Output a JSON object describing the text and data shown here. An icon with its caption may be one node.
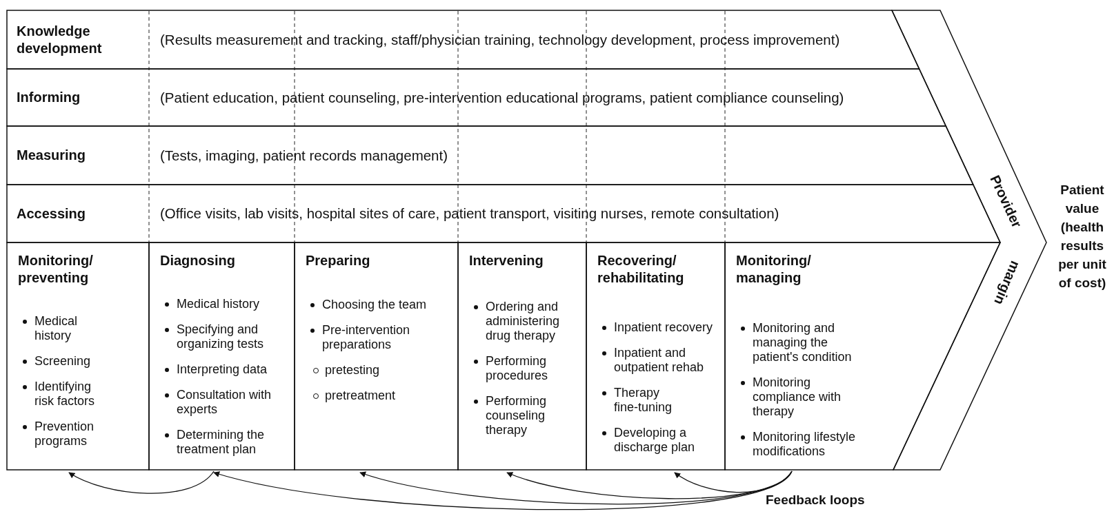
{
  "diagram": {
    "nodes": [
      {
        "text": [
          "Knowledge development",
          "(Results measurement and tracking, staff/physician training, technology development, process improvement)"
        ]
      },
      {
        "text": [
          "Informing",
          "(Patient education, patient counseling, pre-intervention educational programs, patient compliance counseling)"
        ]
      },
      {
        "text": [
          "Measuring",
          "(Tests, imaging, patient records management)"
        ]
      },
      {
        "text": [
          "Accessing",
          "(Office visits, lab visits, hospital sites of care, patient transport, visiting nurses, remote consultation)"
        ]
      },
      {
        "text": [
          "Monitoring/ preventing",
          "Medical history",
          "Screening",
          "Identifying risk factors",
          "Prevention programs"
        ]
      },
      {
        "text": [
          "Diagnosing",
          "Medical history",
          "Specifying and organizing tests",
          "Interpreting data",
          "Consultation with experts",
          "Determining the treatment plan"
        ]
      },
      {
        "text": [
          "Preparing",
          "Choosing the team",
          "Pre-intervention preparations",
          "pretesting",
          "pretreatment"
        ]
      },
      {
        "text": [
          "Intervening",
          "Ordering and administering drug therapy",
          "Performing procedures",
          "Performing counseling therapy"
        ]
      },
      {
        "text": [
          "Recovering/ rehabilitating",
          "Inpatient recovery",
          "Inpatient and outpatient rehab",
          "Therapy fine-tuning",
          "Developing a discharge plan"
        ]
      },
      {
        "text": [
          "Monitoring/ managing",
          "Monitoring and managing the patient's condition",
          "Monitoring compliance with therapy",
          "Monitoring lifestyle modifications"
        ]
      },
      {
        "text": [
          "Provider",
          "margin"
        ]
      }
    ],
    "edges": [
      {
        "from": 5,
        "to": 4,
        "arrow": "to"
      },
      {
        "from": 9,
        "to": 5,
        "arrow": "to"
      },
      {
        "from": 9,
        "to": 6,
        "arrow": "to"
      },
      {
        "from": 9,
        "to": 7,
        "arrow": "to"
      },
      {
        "from": 9,
        "to": 8,
        "arrow": "to"
      }
    ],
    "labels": [
      "Patient value (health results per unit of cost)",
      "Feedback loops"
    ]
  }
}
